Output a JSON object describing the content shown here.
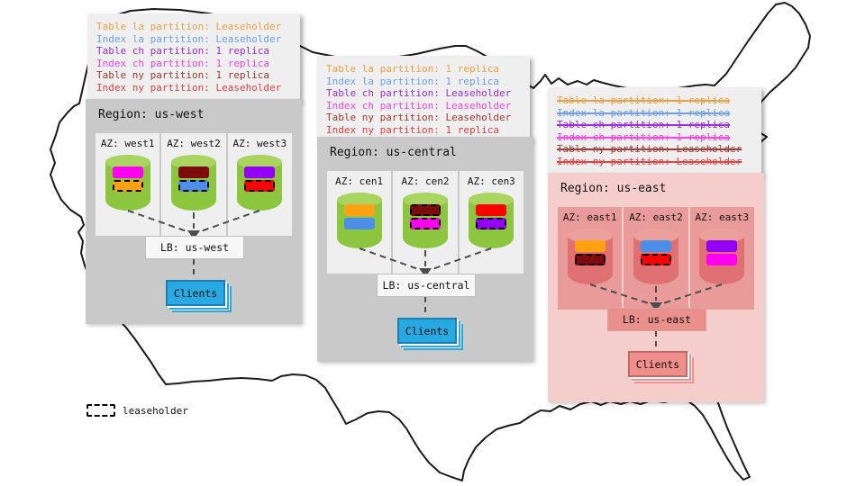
{
  "legend": {
    "label": "leaseholder"
  },
  "colors": {
    "map_stroke": "#1B1B1B",
    "connector": "#4D4D4D",
    "anno_bg": "#EFEFEF"
  },
  "annotations": {
    "us_west": {
      "lines": [
        {
          "text": "Table la partition: Leaseholder",
          "color": "#F0A043",
          "struck": false
        },
        {
          "text": "Index la partition: Leaseholder",
          "color": "#6D9FF0",
          "struck": false
        },
        {
          "text": "Table ch partition: 1 replica",
          "color": "#9B2FD9",
          "struck": false
        },
        {
          "text": "Index ch partition: 1 replica",
          "color": "#F545E5",
          "struck": false
        },
        {
          "text": "Table ny partition: 1 replica",
          "color": "#A43937",
          "struck": false
        },
        {
          "text": "Index ny partition: Leaseholder",
          "color": "#E84043",
          "struck": false
        }
      ]
    },
    "us_central": {
      "lines": [
        {
          "text": "Table la partition: 1 replica",
          "color": "#F0A043",
          "struck": false
        },
        {
          "text": "Index la partition: 1 replica",
          "color": "#6D9FF0",
          "struck": false
        },
        {
          "text": "Table ch partition: Leaseholder",
          "color": "#9B2FD9",
          "struck": false
        },
        {
          "text": "Index ch partition: Leaseholder",
          "color": "#F545E5",
          "struck": false
        },
        {
          "text": "Table ny partition: Leaseholder",
          "color": "#A43937",
          "struck": false
        },
        {
          "text": "Index ny partition: 1 replica",
          "color": "#E84043",
          "struck": false
        }
      ]
    },
    "us_east": {
      "lines": [
        {
          "text": "Table la partition: 1 replica",
          "color": "#F0A043",
          "struck": true
        },
        {
          "text": "Index la partition: 1 replica",
          "color": "#6D9FF0",
          "struck": true
        },
        {
          "text": "Table ch partition: 1 replica",
          "color": "#9B2FD9",
          "struck": true
        },
        {
          "text": "Index ch partition: 1 replica",
          "color": "#F545E5",
          "struck": true
        },
        {
          "text": "Table ny partition: Leaseholder",
          "color": "#A43937",
          "struck": true
        },
        {
          "text": "Index ny partition: Leaseholder",
          "color": "#E84043",
          "struck": true
        }
      ]
    }
  },
  "regions": [
    {
      "id": "us-west",
      "title": "Region: us-west",
      "lb_label": "LB: us-west",
      "clients_label": "Clients",
      "region_bg": "#C9C9C9",
      "az_bg": "#EFEFEF",
      "cyl_body": "#8CC63F",
      "cyl_top": "#A8D45F",
      "lb_bg": "#F7F7F7",
      "clients_bg": "#29A9E1",
      "azs": [
        {
          "label": "AZ: west1",
          "bars": [
            {
              "color": "#FF00F0",
              "leaseholder": false
            },
            {
              "color": "#FFA113",
              "leaseholder": true
            }
          ]
        },
        {
          "label": "AZ: west2",
          "bars": [
            {
              "color": "#7E0B0B",
              "leaseholder": false
            },
            {
              "color": "#4D8FE8",
              "leaseholder": true
            }
          ]
        },
        {
          "label": "AZ: west3",
          "bars": [
            {
              "color": "#9400F5",
              "leaseholder": false
            },
            {
              "color": "#FB0200",
              "leaseholder": true
            }
          ]
        }
      ]
    },
    {
      "id": "us-central",
      "title": "Region: us-central",
      "lb_label": "LB: us-central",
      "clients_label": "Clients",
      "region_bg": "#C9C9C9",
      "az_bg": "#EFEFEF",
      "cyl_body": "#8CC63F",
      "cyl_top": "#A8D45F",
      "lb_bg": "#F7F7F7",
      "clients_bg": "#29A9E1",
      "azs": [
        {
          "label": "AZ: cen1",
          "bars": [
            {
              "color": "#FFA113",
              "leaseholder": false
            },
            {
              "color": "#4D8FE8",
              "leaseholder": false
            }
          ]
        },
        {
          "label": "AZ: cen2",
          "bars": [
            {
              "color": "#7E0B0B",
              "leaseholder": true
            },
            {
              "color": "#FF00F0",
              "leaseholder": true
            }
          ]
        },
        {
          "label": "AZ: cen3",
          "bars": [
            {
              "color": "#FB0200",
              "leaseholder": false
            },
            {
              "color": "#9400F5",
              "leaseholder": true
            }
          ]
        }
      ]
    },
    {
      "id": "us-east",
      "title": "Region: us-east",
      "lb_label": "LB: us-east",
      "clients_label": "Clients",
      "region_bg": "#F5CDCB",
      "az_bg": "#E89B98",
      "cyl_body": "#E07173",
      "cyl_top": "#ECA09B",
      "lb_bg": "#EA908C",
      "clients_bg": "#EF8E8A",
      "azs": [
        {
          "label": "AZ: east1",
          "bars": [
            {
              "color": "#FFA113",
              "leaseholder": false
            },
            {
              "color": "#7E0B0B",
              "leaseholder": true
            }
          ]
        },
        {
          "label": "AZ: east2",
          "bars": [
            {
              "color": "#4D8FE8",
              "leaseholder": false
            },
            {
              "color": "#FB0200",
              "leaseholder": true
            }
          ]
        },
        {
          "label": "AZ: east3",
          "bars": [
            {
              "color": "#9400F5",
              "leaseholder": false
            },
            {
              "color": "#FF00F0",
              "leaseholder": false
            }
          ]
        }
      ]
    }
  ]
}
